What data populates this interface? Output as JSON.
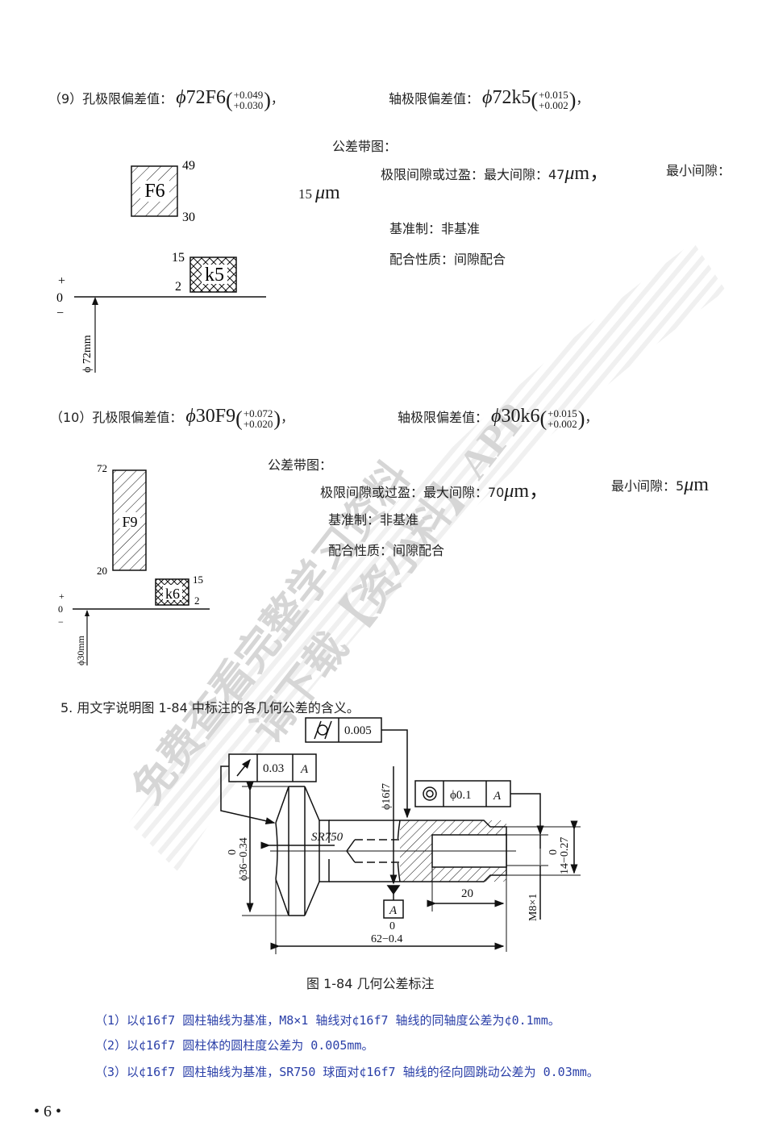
{
  "problem9": {
    "label": "（9）孔极限偏差值：",
    "hole": {
      "phi": "ϕ",
      "code": "72F6",
      "upper": "+0.049",
      "lower": "+0.030"
    },
    "shaft_label": "轴极限偏差值：",
    "shaft": {
      "phi": "ϕ",
      "code": "72k5",
      "upper": "+0.015",
      "lower": "+0.002"
    },
    "comma": "，",
    "tolerance_zone_label": "公差带图：",
    "clearance_line": "极限间隙或过盈：最大间隙：47",
    "max_unit_mu": "μ",
    "max_unit_m": "m，",
    "min_label": "最小间隙：",
    "min_value": "15",
    "min_unit_mu": "μ",
    "min_unit_m": "m",
    "basis": "基准制：非基准",
    "fit": "配合性质：间隙配合",
    "diagram": {
      "hole_zone": {
        "label": "F6",
        "upper": "49",
        "lower": "30"
      },
      "shaft_zone": {
        "label": "k5",
        "upper": "15",
        "lower": "2"
      },
      "plus": "+",
      "zero": "0",
      "minus": "−",
      "nominal": "ϕ 72mm"
    }
  },
  "problem10": {
    "label": "（10）孔极限偏差值：",
    "hole": {
      "phi": "ϕ",
      "code": "30F9",
      "upper": "+0.072",
      "lower": "+0.020"
    },
    "shaft_label": "轴极限偏差值：",
    "shaft": {
      "phi": "ϕ",
      "code": "30k6",
      "upper": "+0.015",
      "lower": "+0.002"
    },
    "comma": "，",
    "tolerance_zone_label": "公差带图：",
    "clearance_line": "极限间隙或过盈：最大间隙：70",
    "max_unit_mu": "μ",
    "max_unit_m": "m，",
    "min_label": "最小间隙：5",
    "min_unit_mu": "μ",
    "min_unit_m": "m",
    "basis": "基准制：非基准",
    "fit": "配合性质：间隙配合",
    "diagram": {
      "hole_zone": {
        "label": "F9",
        "upper": "72",
        "lower": "20"
      },
      "shaft_zone": {
        "label": "k6",
        "upper": "15",
        "lower": "2"
      },
      "plus": "+",
      "zero": "0",
      "minus": "−",
      "nominal": "ϕ30mm"
    }
  },
  "question5": {
    "text": "5.  用文字说明图 1-84 中标注的各几何公差的含义。",
    "figure": {
      "cylindricity_frame": {
        "value": "0.005"
      },
      "runout_frame": {
        "value": "0.03",
        "datum": "A"
      },
      "coaxiality_frame": {
        "value": "ϕ0.1",
        "datum": "A"
      },
      "datum_label": "A",
      "dim_phi16": "ϕ16f7",
      "dim_sr": "SR750",
      "dim_phi36_top": "0",
      "dim_phi36": "ϕ36−0.34",
      "dim_14_top": "0",
      "dim_14": "14−0.27",
      "dim_20": "20",
      "dim_m8": "M8×1",
      "dim_62_top": "0",
      "dim_62": "62−0.4"
    },
    "caption": "图 1-84    几何公差标注",
    "answers": [
      "（1）以¢16f7 圆柱轴线为基准，M8×1 轴线对¢16f7 轴线的同轴度公差为¢0.1mm。",
      "（2）以¢16f7 圆柱体的圆柱度公差为 0.005mm。",
      "（3）以¢16f7 圆柱轴线为基准，SR750 球面对¢16f7 轴线的径向圆跳动公差为 0.03mm。"
    ]
  },
  "watermark": {
    "line1": "免费查看完整学习资料",
    "line2": "请下载【资小料】APP"
  },
  "page_number": "• 6 •",
  "colors": {
    "answer_text": "#2a3fa8",
    "text": "#1a1a1a",
    "watermark": "#d9d9d9"
  }
}
